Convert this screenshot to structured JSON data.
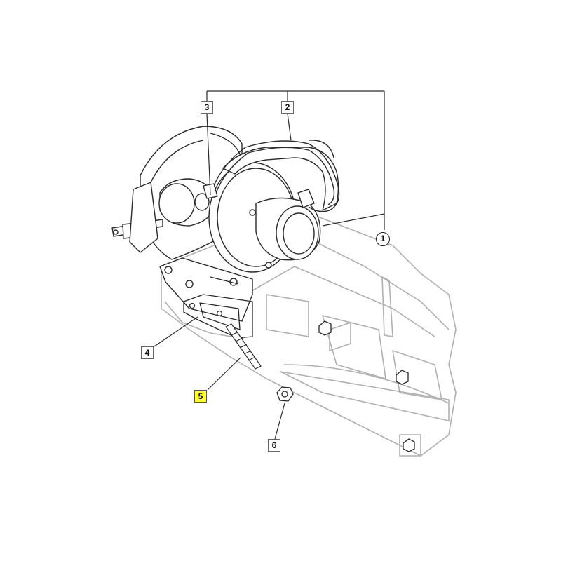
{
  "diagram": {
    "callouts": [
      {
        "id": "1",
        "label": "1"
      },
      {
        "id": "2",
        "label": "2"
      },
      {
        "id": "3",
        "label": "3"
      },
      {
        "id": "4",
        "label": "4"
      },
      {
        "id": "5",
        "label": "5"
      },
      {
        "id": "6",
        "label": "6"
      }
    ],
    "highlighted_callout": "5",
    "colors": {
      "line": "#2a2a2a",
      "manifold_line": "#b0b0b0",
      "highlight": "#ffff33",
      "background": "#ffffff"
    }
  }
}
